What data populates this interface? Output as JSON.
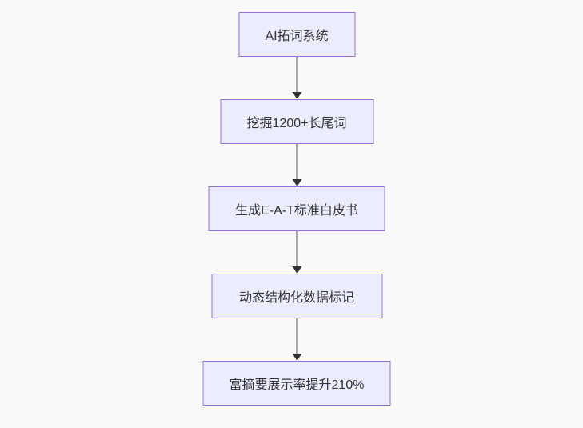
{
  "diagram": {
    "type": "flowchart",
    "direction": "top-down",
    "colors": {
      "background": "#fafafa",
      "node_fill": "#ECECFF",
      "node_border": "#9370DB",
      "node_text": "#333333",
      "arrow": "#333333"
    },
    "nodes": [
      {
        "id": "A",
        "label": "AI拓词系统"
      },
      {
        "id": "B",
        "label": "挖掘1200+长尾词"
      },
      {
        "id": "C",
        "label": "生成E-A-T标准白皮书"
      },
      {
        "id": "D",
        "label": "动态结构化数据标记"
      },
      {
        "id": "E",
        "label": "富摘要展示率提升210%"
      }
    ],
    "edges": [
      {
        "from": "A",
        "to": "B"
      },
      {
        "from": "B",
        "to": "C"
      },
      {
        "from": "C",
        "to": "D"
      },
      {
        "from": "D",
        "to": "E"
      }
    ]
  }
}
